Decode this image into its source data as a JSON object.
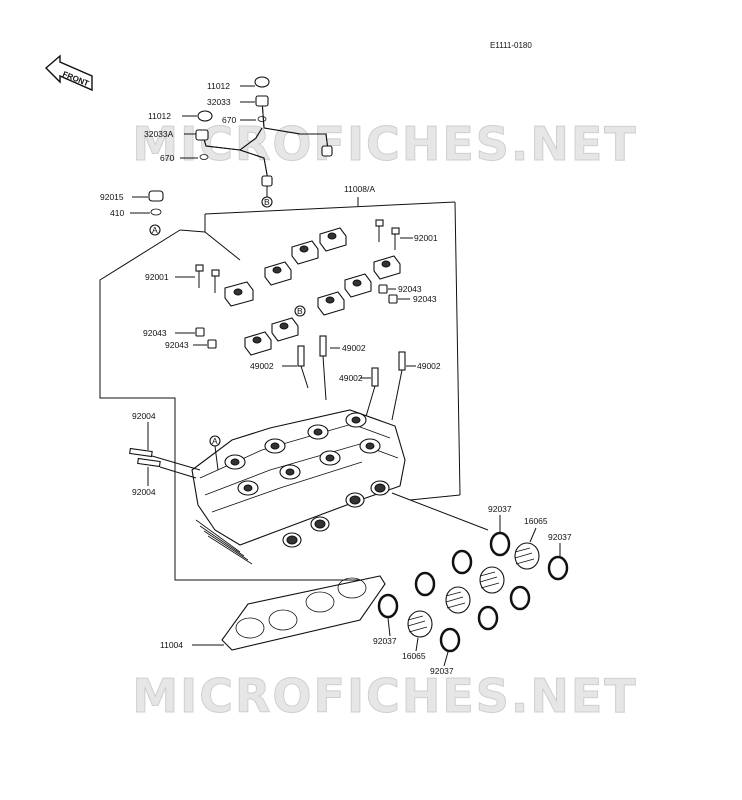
{
  "diagram_code": "E1111-0180",
  "watermark_text": "MICROFICHES.NET",
  "front_label": "FRONT",
  "callout_a": "A",
  "callout_b": "B",
  "parts": {
    "p11012_top": "11012",
    "p32033": "32033",
    "p670_top": "670",
    "p11012_left": "11012",
    "p32033A": "32033A",
    "p670_left": "670",
    "p92015": "92015",
    "p410": "410",
    "p11008A": "11008/A",
    "p92001_right": "92001",
    "p92001_left": "92001",
    "p92043_r1": "92043",
    "p92043_r2": "92043",
    "p92043_l1": "92043",
    "p92043_l2": "92043",
    "p49002_a": "49002",
    "p49002_b": "49002",
    "p49002_c": "49002",
    "p49002_d": "49002",
    "p92004_top": "92004",
    "p92004_bot": "92004",
    "p92037_a": "92037",
    "p16065_a": "16065",
    "p92037_b": "92037",
    "p11004": "11004",
    "p92037_c": "92037",
    "p16065_b": "16065",
    "p92037_d": "92037"
  },
  "colors": {
    "ink": "#111111",
    "watermark": "#e6e6e6"
  }
}
